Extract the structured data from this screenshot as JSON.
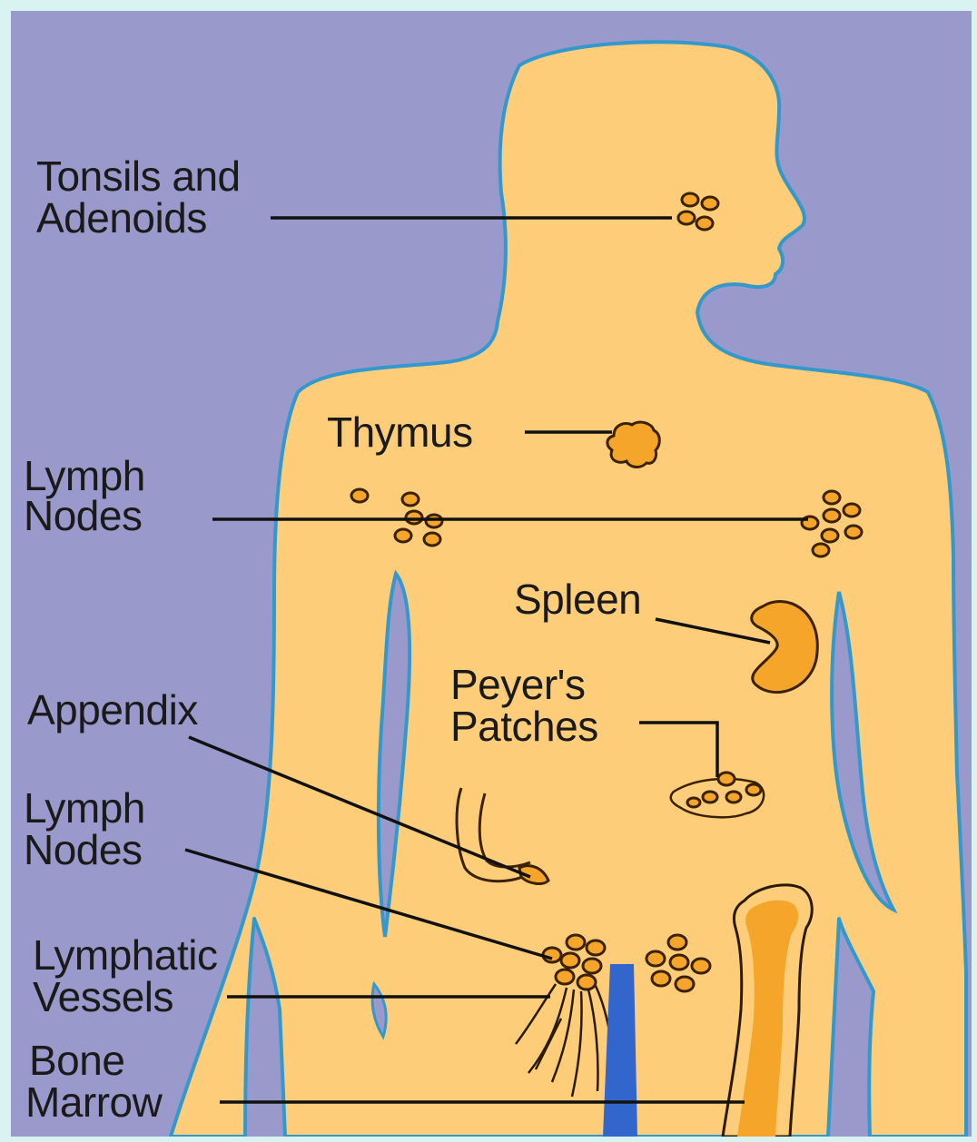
{
  "colors": {
    "outer_frame": "#d9f3f1",
    "background": "#9999cc",
    "body_fill": "#fdcd7a",
    "body_outline": "#3399cc",
    "organ_fill": "#f4a52a",
    "vessel_blue": "#3366cc",
    "text": "#1a1a1a"
  },
  "labels": {
    "tonsils_line1": "Tonsils and",
    "tonsils_line2": "Adenoids",
    "thymus": "Thymus",
    "lymph_nodes_upper_line1": "Lymph",
    "lymph_nodes_upper_line2": "Nodes",
    "spleen": "Spleen",
    "peyers_line1": "Peyer's",
    "peyers_line2": "Patches",
    "appendix": "Appendix",
    "lymph_nodes_lower_line1": "Lymph",
    "lymph_nodes_lower_line2": "Nodes",
    "lymphatic_line1": "Lymphatic",
    "lymphatic_line2": "Vessels",
    "bone_marrow_line1": "Bone",
    "bone_marrow_line2": "Marrow"
  }
}
